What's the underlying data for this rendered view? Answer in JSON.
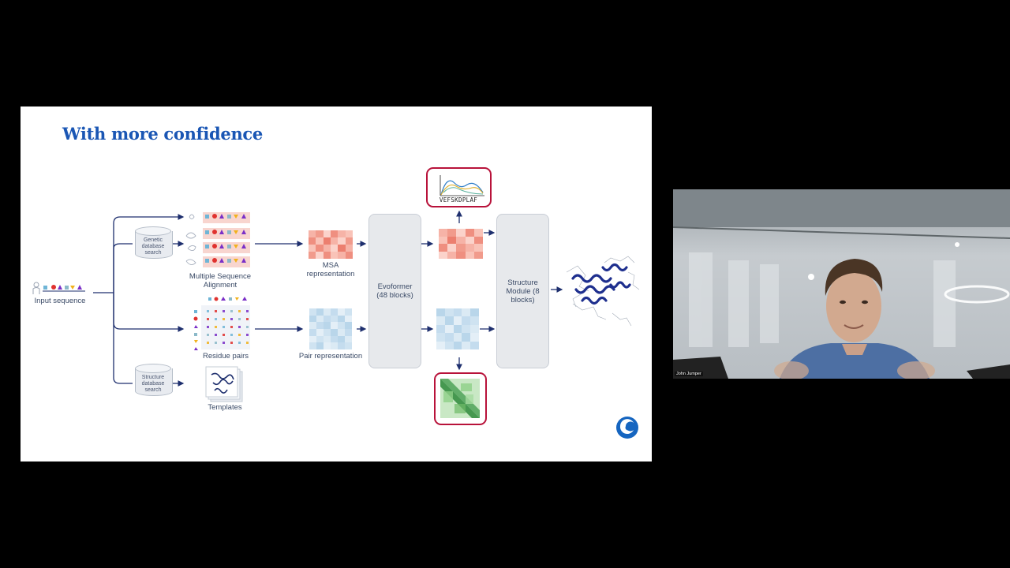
{
  "slide": {
    "title": "With more confidence",
    "labels": {
      "input_sequence": "Input sequence",
      "genetic_db": "Genetic database search",
      "structure_db": "Structure database search",
      "msa": "Multiple Sequence Alignment",
      "residue_pairs": "Residue pairs",
      "templates": "Templates",
      "msa_repr": "MSA representation",
      "pair_repr": "Pair representation",
      "evoformer": "Evoformer (48 blocks)",
      "structure_module": "Structure Module (8 blocks)",
      "plddt_sequence": "VEFSKDPLAF"
    }
  },
  "video": {
    "participant_name": "John Jumper"
  },
  "colors": {
    "title_blue": "#1a56b4",
    "arrow_navy": "#1e2f6e",
    "confidence_red": "#b8123a",
    "msa_red": "#ef8f80",
    "pair_blue": "#b9d6ea",
    "pae_green": "#3e9a4a",
    "logo_blue": "#1565c0"
  },
  "icons": [
    "person-icon",
    "database-icon",
    "protein-structure-icon",
    "deepmind-logo-icon",
    "plddt-curve-icon",
    "pae-heatmap-icon"
  ]
}
